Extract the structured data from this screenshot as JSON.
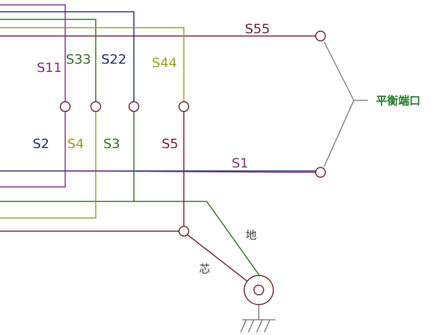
{
  "colors": {
    "maroon": "#6b1f2a",
    "purple": "#7a2a82",
    "navy": "#1f2a6b",
    "green": "#2f6b1f",
    "olive": "#9a9a20",
    "gray": "#666666",
    "darkgreen": "#1f7a2a"
  },
  "labels": {
    "s55": "S55",
    "s11": "S11",
    "s33": "S33",
    "s22": "S22",
    "s44": "S44",
    "s2": "S2",
    "s4": "S4",
    "s3": "S3",
    "s5": "S5",
    "s1": "S1",
    "balance_port": "平衡端口",
    "ground": "地",
    "core": "芯"
  },
  "icons": {
    "connector": "coaxial-connector-icon",
    "ground": "ground-symbol-icon"
  }
}
